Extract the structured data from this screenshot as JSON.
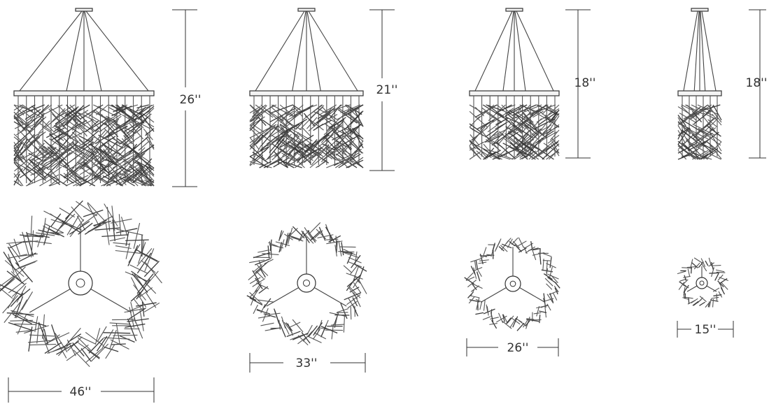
{
  "side_views": [
    {
      "height_label": "26''"
    },
    {
      "height_label": "21''"
    },
    {
      "height_label": "18''"
    },
    {
      "height_label": "18''"
    }
  ],
  "top_views": [
    {
      "width_label": "46''"
    },
    {
      "width_label": "33''"
    },
    {
      "width_label": "26''"
    },
    {
      "width_label": "15''"
    }
  ],
  "colors": {
    "line": "#333333",
    "rod": "#555555",
    "background": "#ffffff"
  }
}
